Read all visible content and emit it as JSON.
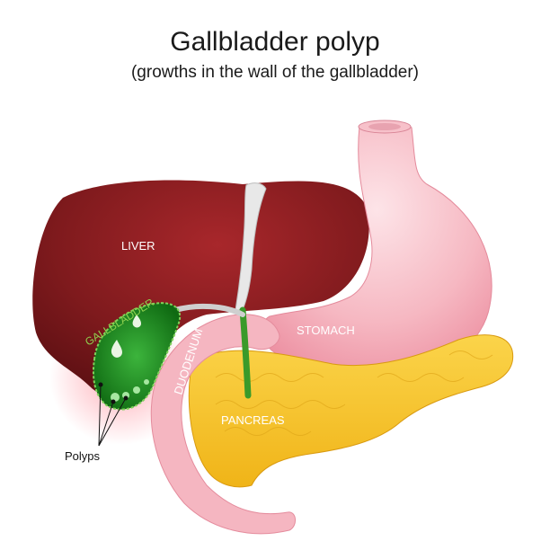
{
  "title": "Gallbladder polyp",
  "subtitle": "(growths in the wall of the gallbladder)",
  "labels": {
    "liver": "LIVER",
    "gallbladder": "GALLBLADDER",
    "stomach": "STOMACH",
    "duodenum": "DUODENUM",
    "pancreas": "PANCREAS",
    "polyps": "Polyps"
  },
  "colors": {
    "liver": "#7a1518",
    "stomach": "#f3a7b3",
    "pancreas": "#f7c72c",
    "gallbladder": "#1f8a1f",
    "label_green": "#8fd14f"
  }
}
